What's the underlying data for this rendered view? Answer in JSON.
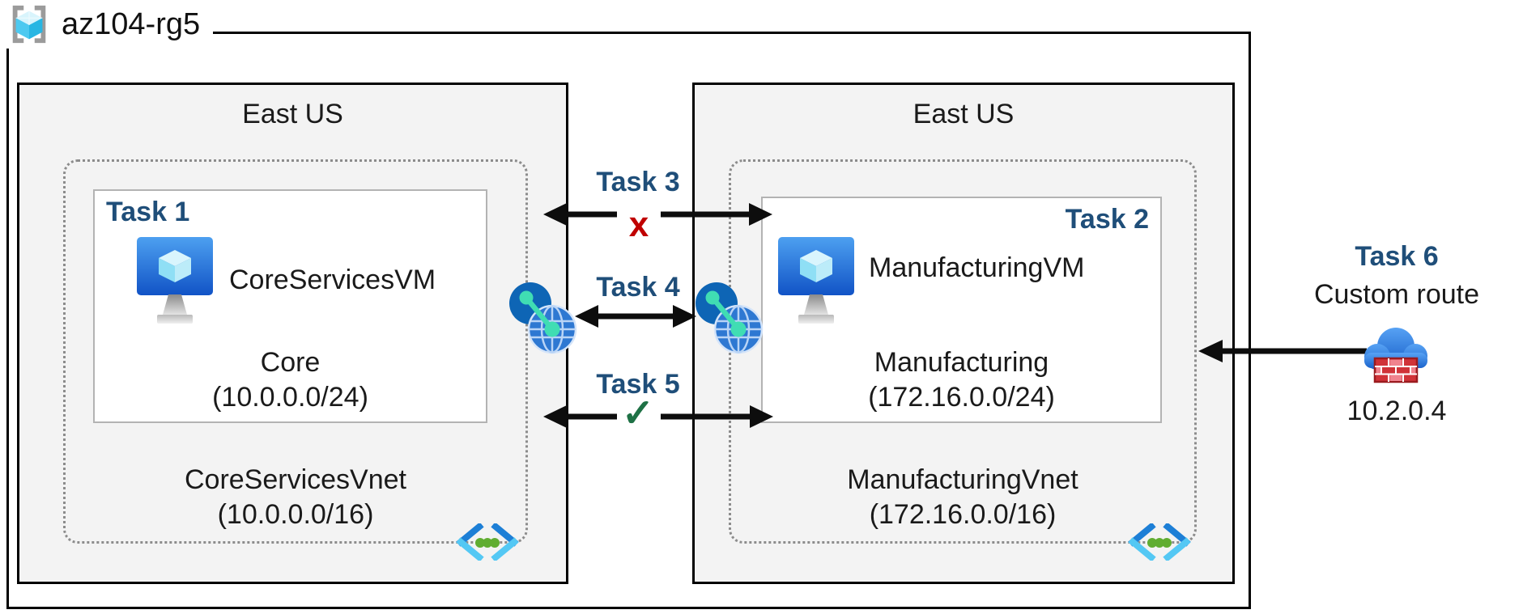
{
  "resource_group": {
    "name": "az104-rg5"
  },
  "regions": {
    "left": {
      "title": "East US",
      "task_label": "Task 1",
      "vm_name": "CoreServicesVM",
      "subnet_name": "Core",
      "subnet_cidr": "(10.0.0.0/24)",
      "vnet_name": "CoreServicesVnet",
      "vnet_cidr": "(10.0.0.0/16)"
    },
    "right": {
      "title": "East US",
      "task_label": "Task 2",
      "vm_name": "ManufacturingVM",
      "subnet_name": "Manufacturing",
      "subnet_cidr": "(172.16.0.0/24)",
      "vnet_name": "ManufacturingVnet",
      "vnet_cidr": "(172.16.0.0/16)"
    }
  },
  "connections": {
    "task3": {
      "label": "Task 3",
      "mark": "x"
    },
    "task4": {
      "label": "Task 4"
    },
    "task5": {
      "label": "Task 5",
      "mark": "✓"
    }
  },
  "custom_route": {
    "task_label": "Task 6",
    "title": "Custom route",
    "ip": "10.2.0.4"
  },
  "colors": {
    "task_label": "#1F4E79",
    "blocked_mark": "#C00000",
    "allowed_mark": "#1E7145",
    "region_fill": "#F3F3F3",
    "arrow": "#0D0D0D"
  },
  "icons": {
    "resource_group": "resource-group-icon",
    "virtual_machine": "virtual-machine-icon",
    "virtual_network": "virtual-network-icon",
    "vnet_peering": "vnet-peering-icon",
    "custom_route_appliance": "cloud-firewall-icon"
  }
}
